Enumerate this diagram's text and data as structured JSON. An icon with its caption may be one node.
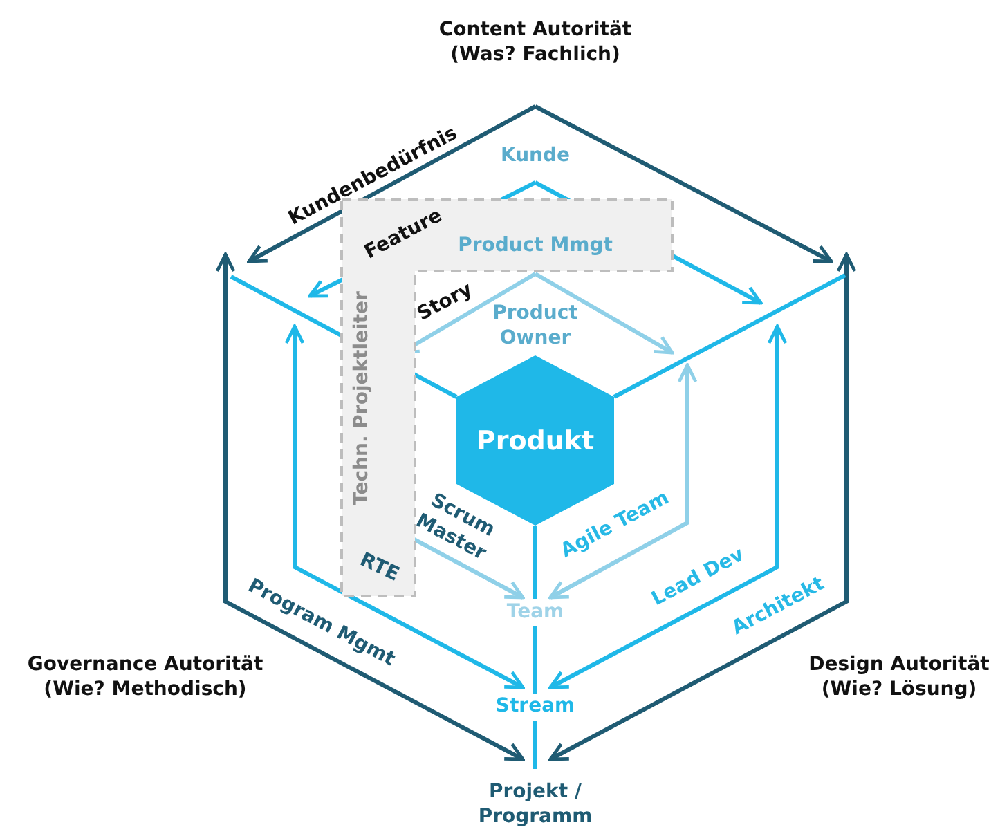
{
  "diagram": {
    "nodes": [
      {
        "text": [
          "Content Autorität (Was? Fachlich)"
        ]
      },
      {
        "text": [
          "Kunde"
        ]
      },
      {
        "text": [
          "Techn. Projektleiter",
          "RTE"
        ]
      },
      {
        "text": [
          "Product Mmgt"
        ],
        "in": 2
      },
      {
        "text": [
          "Produkt"
        ]
      },
      {
        "text": [
          "Team"
        ]
      },
      {
        "text": [
          "Stream"
        ]
      },
      {
        "text": [
          "Projekt / Programm"
        ]
      }
    ],
    "edges": [
      {
        "from": 0,
        "to": null,
        "arrow": "to",
        "label": "Kundenbedürfnis",
        "color": "#1f5b73"
      },
      {
        "from": 0,
        "to": null,
        "arrow": "to",
        "color": "#1f5b73"
      },
      {
        "from": null,
        "to": 7,
        "arrow": "both",
        "label": "Program Mgmt",
        "color": "#1f5b73"
      },
      {
        "from": null,
        "to": 7,
        "arrow": "both",
        "label": "Architekt",
        "color": "#1f5b73"
      },
      {
        "from": 1,
        "to": 2,
        "arrow": "to",
        "label": "Feature"
      },
      {
        "from": 1,
        "to": null,
        "arrow": "to"
      },
      {
        "from": null,
        "to": 6,
        "arrow": "both"
      },
      {
        "from": null,
        "to": 6,
        "arrow": "both",
        "label": "Lead Dev"
      },
      {
        "from": 3,
        "to": null,
        "arrow": "to",
        "label": "Story",
        "color": "#8fd0e8"
      },
      {
        "from": 3,
        "to": null,
        "arrow": "to",
        "color": "#8fd0e8"
      },
      {
        "from": 2,
        "to": 5,
        "arrow": "both",
        "label": "Scrum Master",
        "color": "#8fd0e8"
      },
      {
        "from": null,
        "to": 5,
        "arrow": "both",
        "label": "Agile Team",
        "color": "#8fd0e8"
      },
      {
        "from": 4,
        "to": null,
        "arrow": "none"
      },
      {
        "from": 4,
        "to": null,
        "arrow": "none"
      },
      {
        "from": 4,
        "to": 5,
        "arrow": "none"
      },
      {
        "from": 5,
        "to": 6,
        "arrow": "none"
      },
      {
        "from": 6,
        "to": 7,
        "arrow": "none"
      }
    ],
    "labels": [
      "Product Owner",
      "Governance Autorität (Wie? Methodisch)",
      "Design Autorität (Wie? Lösung)"
    ]
  }
}
